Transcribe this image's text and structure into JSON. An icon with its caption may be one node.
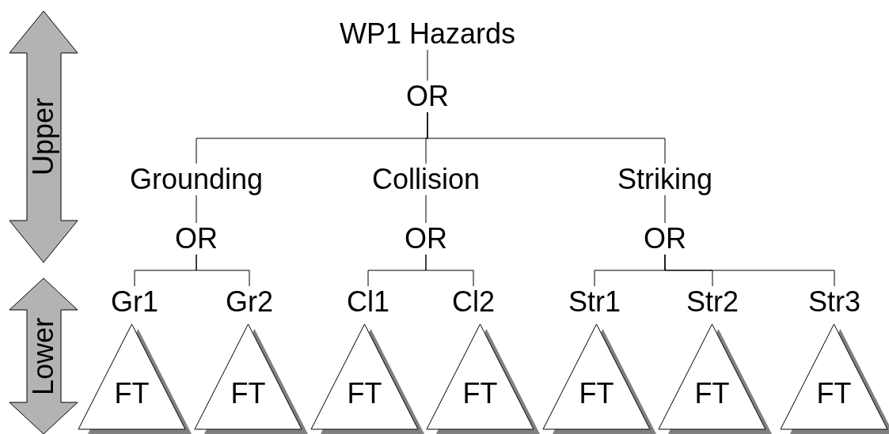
{
  "diagram": {
    "nodes": [
      {
        "text": [
          "WP1 Hazards"
        ]
      },
      {
        "text": [
          "OR"
        ]
      },
      {
        "text": [
          "Grounding"
        ]
      },
      {
        "text": [
          "Collision"
        ]
      },
      {
        "text": [
          "Striking"
        ]
      },
      {
        "text": [
          "OR"
        ]
      },
      {
        "text": [
          "OR"
        ]
      },
      {
        "text": [
          "OR"
        ]
      },
      {
        "text": [
          "Gr1"
        ]
      },
      {
        "text": [
          "Gr2"
        ]
      },
      {
        "text": [
          "Cl1"
        ]
      },
      {
        "text": [
          "Cl2"
        ]
      },
      {
        "text": [
          "Str1"
        ]
      },
      {
        "text": [
          "Str2"
        ]
      },
      {
        "text": [
          "Str3"
        ]
      },
      {
        "text": [
          "FT"
        ]
      },
      {
        "text": [
          "FT"
        ]
      },
      {
        "text": [
          "FT"
        ]
      },
      {
        "text": [
          "FT"
        ]
      },
      {
        "text": [
          "FT"
        ]
      },
      {
        "text": [
          "FT"
        ]
      },
      {
        "text": [
          "FT"
        ]
      },
      {
        "text": [
          "Upper"
        ]
      },
      {
        "text": [
          "Lower"
        ]
      }
    ],
    "edges": [
      {
        "from": 0,
        "to": 1,
        "arrow": "none"
      },
      {
        "from": 1,
        "to": 2,
        "arrow": "none"
      },
      {
        "from": 1,
        "to": 3,
        "arrow": "none"
      },
      {
        "from": 1,
        "to": 4,
        "arrow": "none"
      },
      {
        "from": 2,
        "to": 5,
        "arrow": "none"
      },
      {
        "from": 3,
        "to": 6,
        "arrow": "none"
      },
      {
        "from": 4,
        "to": 7,
        "arrow": "none"
      },
      {
        "from": 5,
        "to": 8,
        "arrow": "none"
      },
      {
        "from": 5,
        "to": 9,
        "arrow": "none"
      },
      {
        "from": 6,
        "to": 10,
        "arrow": "none"
      },
      {
        "from": 6,
        "to": 11,
        "arrow": "none"
      },
      {
        "from": 7,
        "to": 12,
        "arrow": "none"
      },
      {
        "from": 7,
        "to": 13,
        "arrow": "none"
      },
      {
        "from": 7,
        "to": 14,
        "arrow": "none"
      }
    ]
  }
}
